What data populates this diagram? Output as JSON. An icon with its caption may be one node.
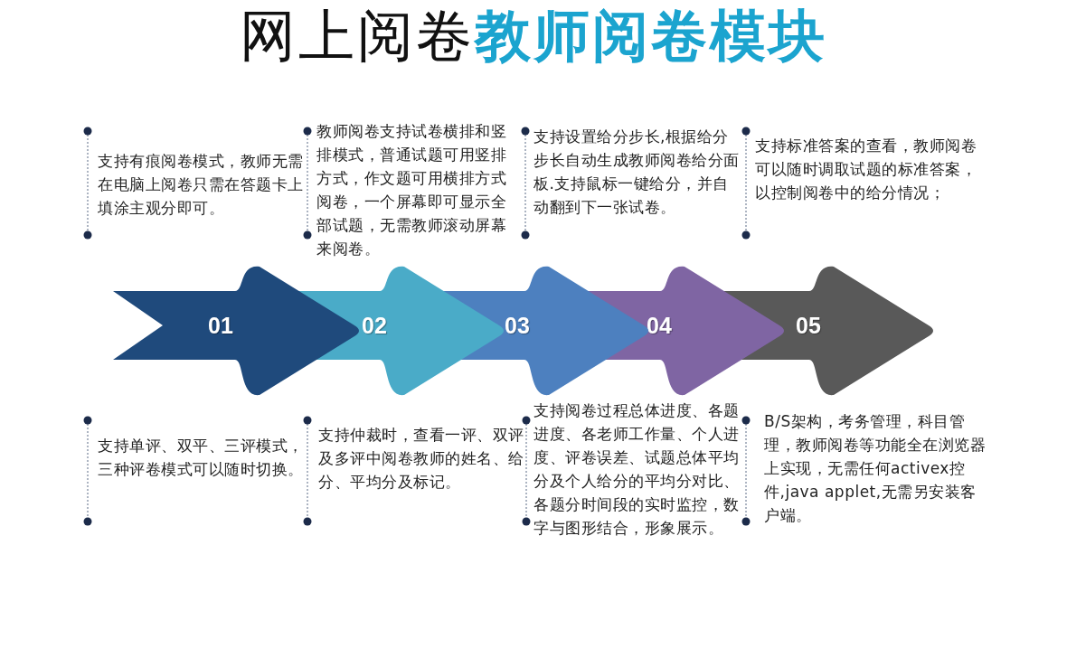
{
  "diagram": {
    "title": "网上阅卷**教师阅卷模块**",
    "nodes": [
      {
        "text": [
          "01"
        ]
      },
      {
        "text": [
          "02"
        ]
      },
      {
        "text": [
          "03"
        ]
      },
      {
        "text": [
          "04"
        ]
      },
      {
        "text": [
          "05"
        ]
      }
    ],
    "labels": [
      "支持有痕阅卷模式，教师无需在电脑上阅卷只需在答题卡上填涂主观分即可。",
      "教师阅卷支持试卷横排和竖排模式，普通试题可用竖排方式，作文题可用横排方式阅卷，一个屏幕即可显示全部试题，无需教师滚动屏幕来阅卷。",
      "支持设置给分步长,根据给分步长自动生成教师阅卷给分面板.支持鼠标一键给分，并自动翻到下一张试卷。",
      "支持标准答案的查看，教师阅卷可以随时调取试题的标准答案，以控制阅卷中的给分情况；",
      "支持单评、双平、三评模式，三种评卷模式可以随时切换。",
      "支持仲裁时，查看一评、双评及多评中阅卷教师的姓名、给分、平均分及标记。",
      "支持阅卷过程总体进度、各题进度、各老师工作量、个人进度、评卷误差、试题总体平均分及个人给分的平均分对比、各题分时间段的实时监控，数字与图形结合，形象展示。",
      "B/S架构，考务管理，科目管理，教师阅卷等功能全在浏览器上实现，无需任何activex控件,java applet,无需另安装客户端。"
    ]
  }
}
